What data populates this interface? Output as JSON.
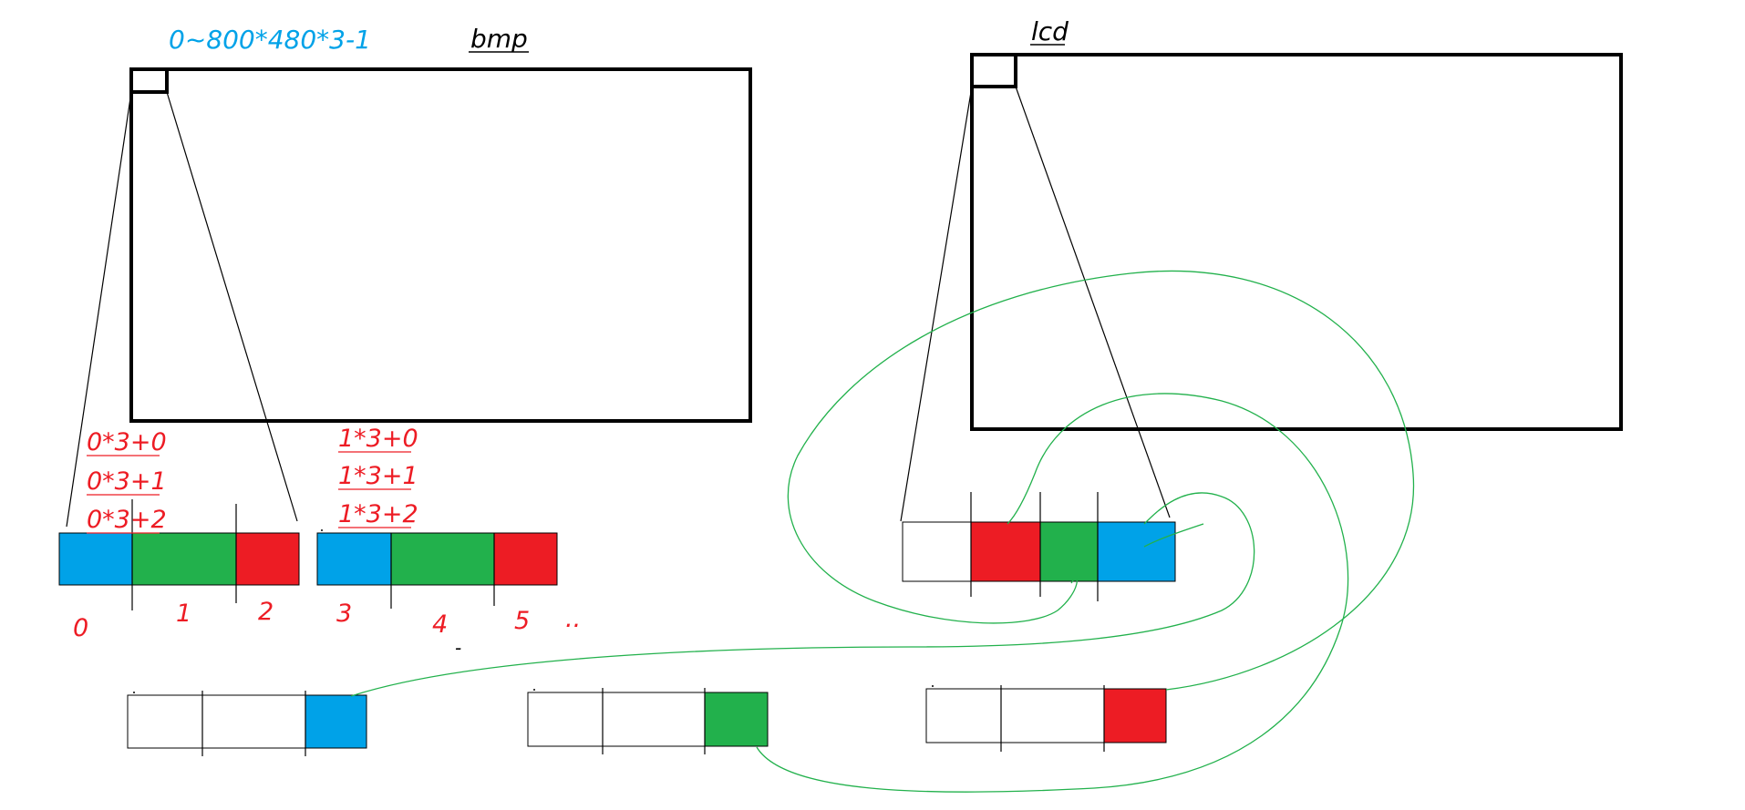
{
  "colors": {
    "blue": "#00a2e8",
    "green": "#22b14c",
    "red": "#ed1c24",
    "black": "#000000",
    "label_blue": "#00a2e8",
    "label_red": "#ed1c24",
    "curve_green": "#22b14c"
  },
  "labels": {
    "bmp_title": "bmp",
    "lcd_title": "lcd",
    "range": "0~800*480*3-1",
    "formula_a0": "0*3+0",
    "formula_a1": "0*3+1",
    "formula_a2": "0*3+2",
    "formula_b0": "1*3+0",
    "formula_b1": "1*3+1",
    "formula_b2": "1*3+2",
    "index_0": "0",
    "index_1": "1",
    "index_2": "2",
    "index_3": "3",
    "index_4": "4",
    "index_5": "5",
    "ellipsis": "..",
    "dash": "-"
  }
}
